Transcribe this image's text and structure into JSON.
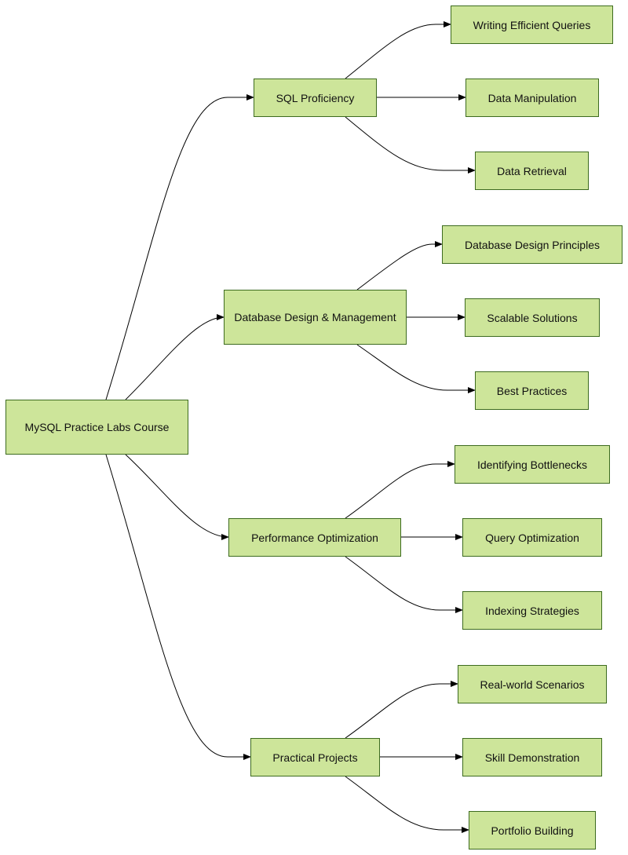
{
  "diagram": {
    "root": {
      "label": "MySQL Practice Labs Course"
    },
    "branches": [
      {
        "label": "SQL Proficiency",
        "children": [
          "Writing Efficient Queries",
          "Data Manipulation",
          "Data Retrieval"
        ]
      },
      {
        "label": "Database Design & Management",
        "children": [
          "Database Design Principles",
          "Scalable Solutions",
          "Best Practices"
        ]
      },
      {
        "label": "Performance Optimization",
        "children": [
          "Identifying Bottlenecks",
          "Query Optimization",
          "Indexing Strategies"
        ]
      },
      {
        "label": "Practical Projects",
        "children": [
          "Real-world Scenarios",
          "Skill Demonstration",
          "Portfolio Building"
        ]
      }
    ],
    "colors": {
      "node_fill": "#cde59a",
      "node_border": "#3d6b1f",
      "edge": "#000000"
    }
  }
}
